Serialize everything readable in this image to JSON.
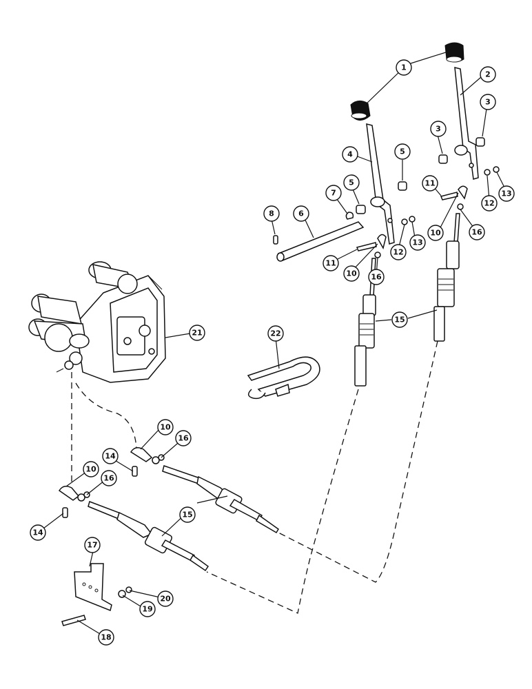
{
  "callouts": {
    "c1": "1",
    "c2": "2",
    "c3a": "3",
    "c3b": "3",
    "c4": "4",
    "c5a": "5",
    "c5b": "5",
    "c6": "6",
    "c7": "7",
    "c8": "8",
    "c10a": "10",
    "c10b": "10",
    "c10c": "10",
    "c10d": "10",
    "c11a": "11",
    "c11b": "11",
    "c12a": "12",
    "c12b": "12",
    "c13a": "13",
    "c13b": "13",
    "c14a": "14",
    "c14b": "14",
    "c15a": "15",
    "c15b": "15",
    "c16a": "16",
    "c16b": "16",
    "c16c": "16",
    "c16d": "16",
    "c17": "17",
    "c18": "18",
    "c19": "19",
    "c20": "20",
    "c21": "21",
    "c22": "22"
  }
}
